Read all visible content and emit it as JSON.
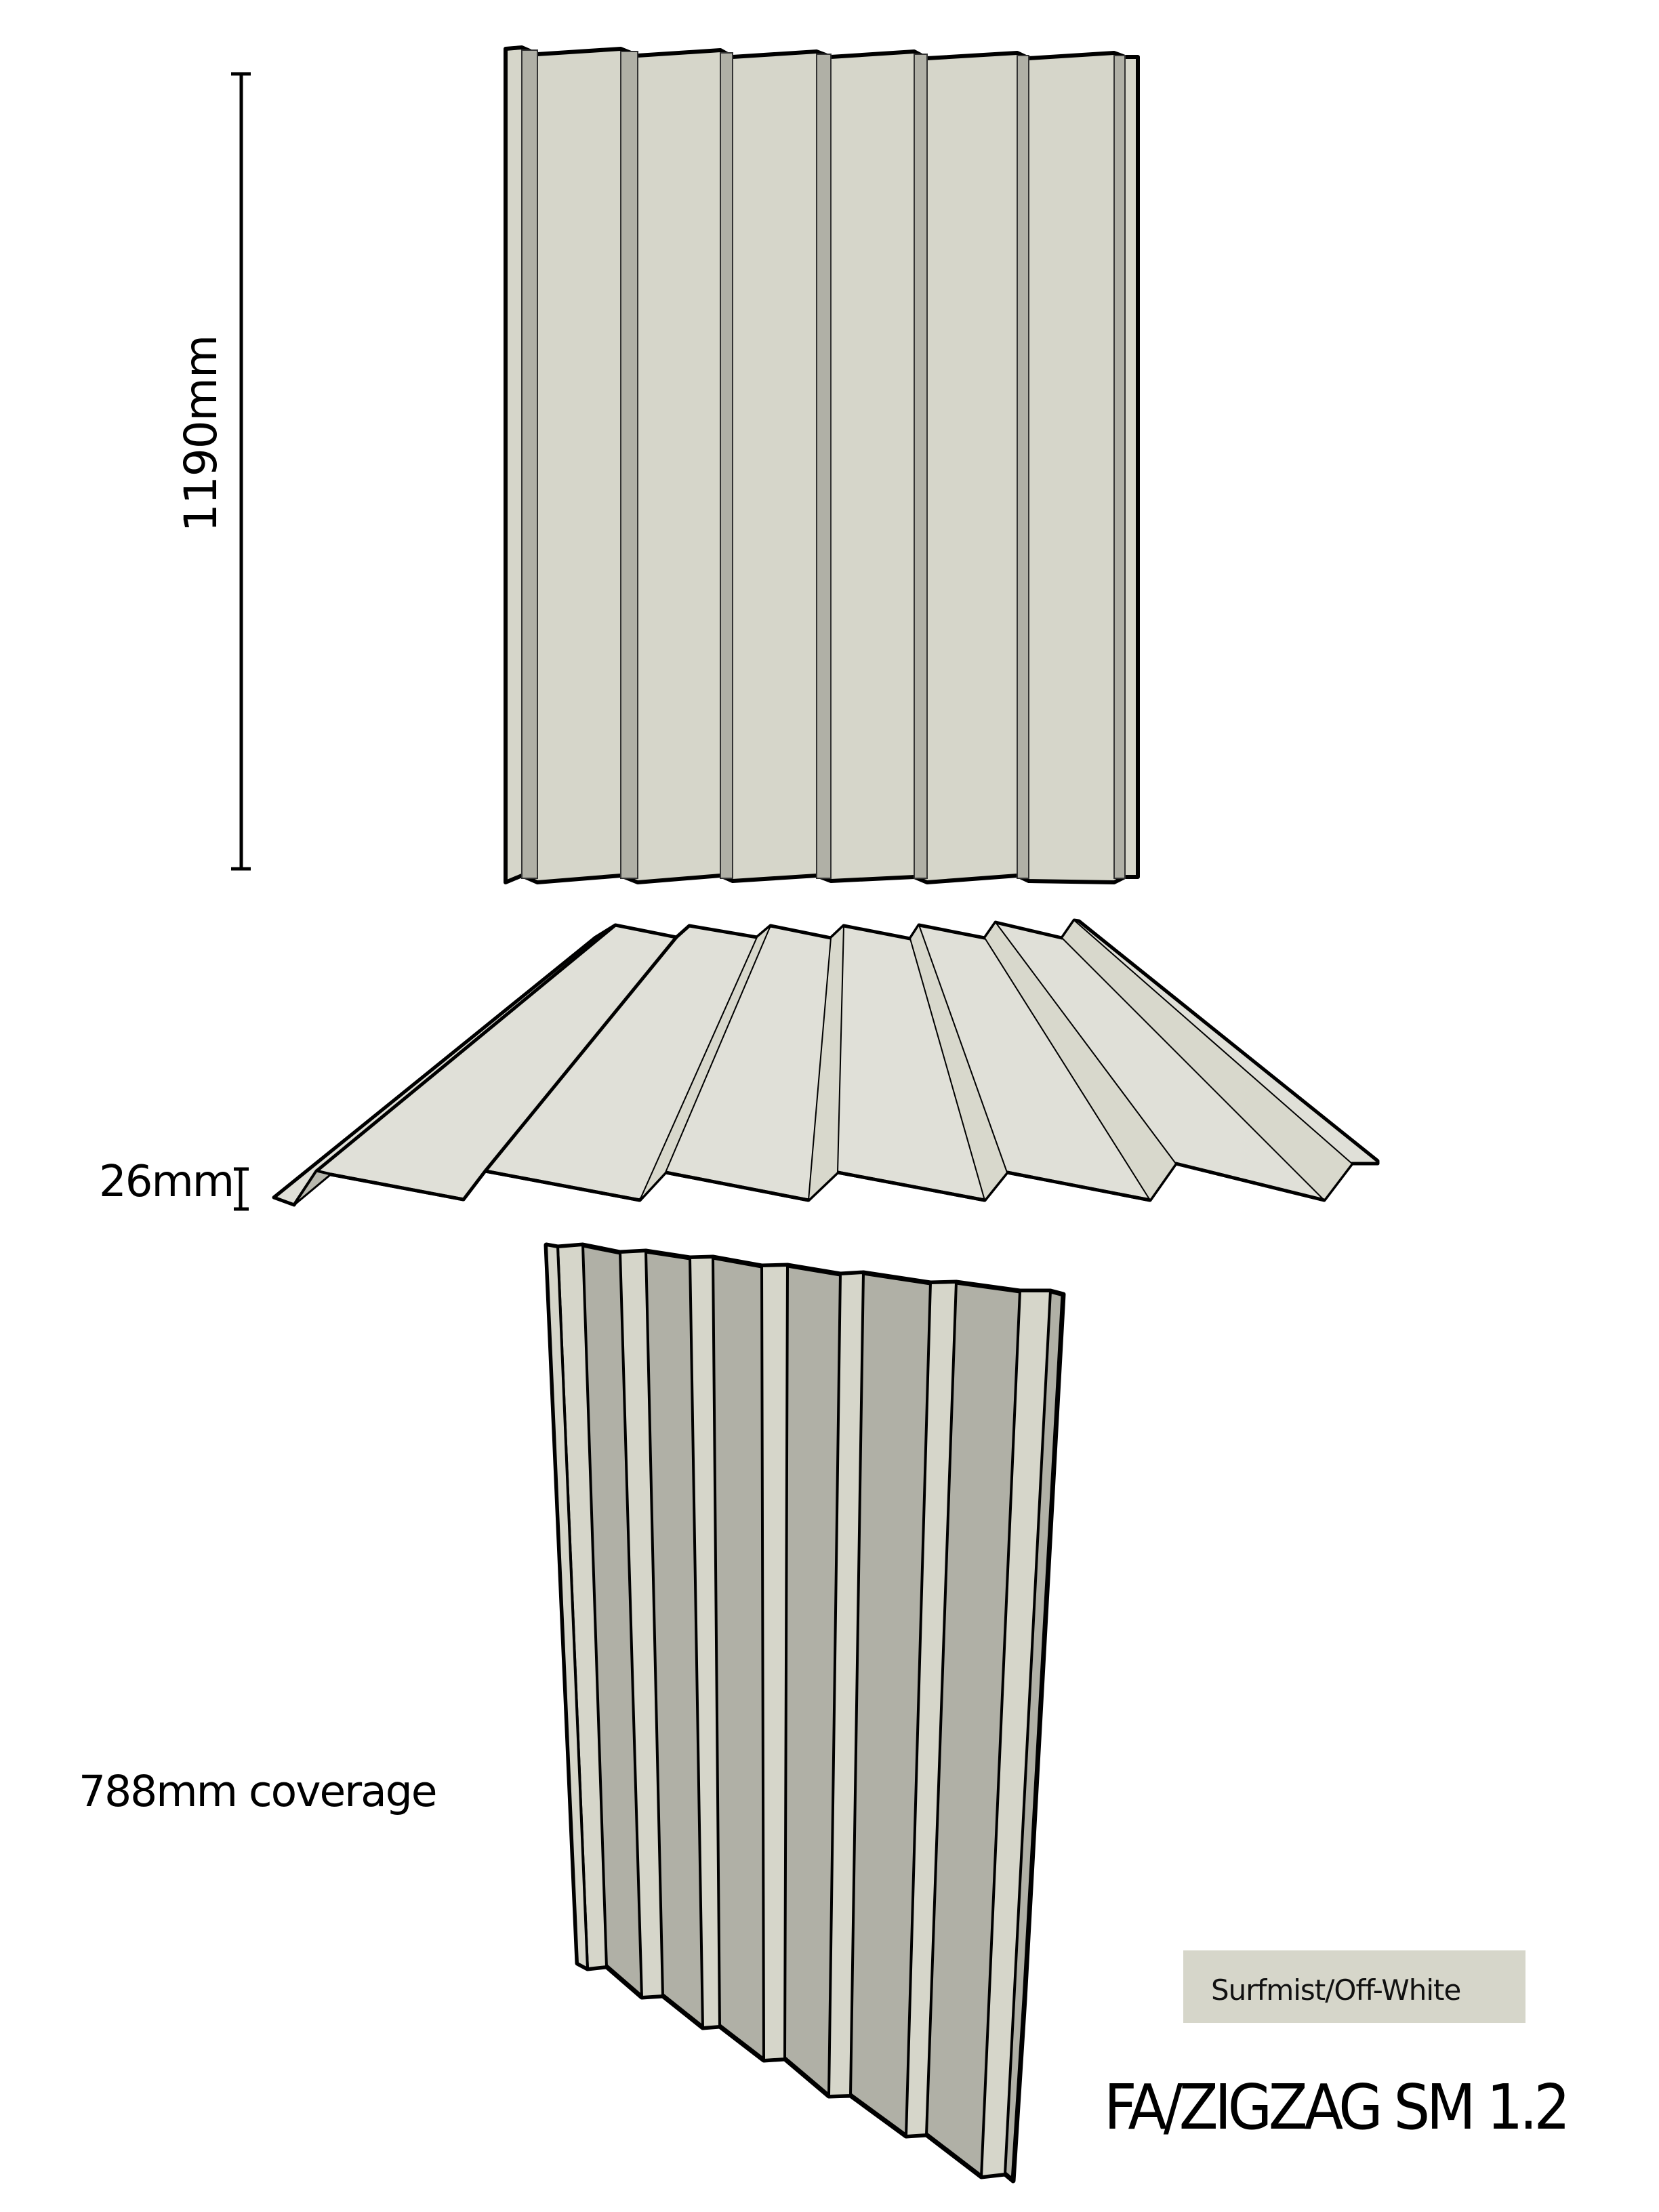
{
  "dimensions": {
    "height_label": "1190mm",
    "profile_depth_label": "26mm",
    "coverage_label": "788mm coverage"
  },
  "colour_swatch": {
    "label": "Surfmist/Off-White",
    "hex": "#d6d6ca"
  },
  "product": {
    "title": "FA/ZIGZAG SM 1.2"
  },
  "colors": {
    "sheet_face": "#d6d6ca",
    "sheet_shadow": "#b0b0a6",
    "profile_face": "#e0e0d8",
    "outline": "#000000"
  },
  "views": [
    {
      "name": "front-elevation"
    },
    {
      "name": "profile-section"
    },
    {
      "name": "perspective-view"
    }
  ]
}
